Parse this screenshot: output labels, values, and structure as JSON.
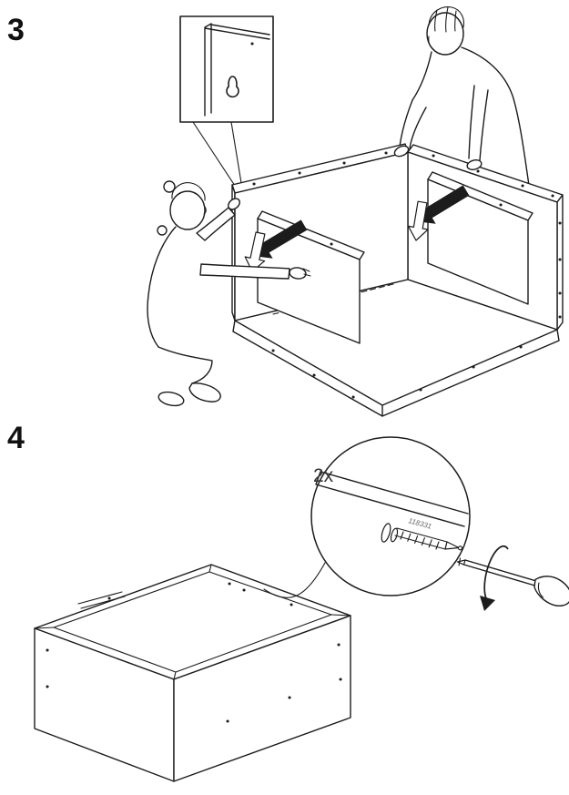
{
  "steps": [
    {
      "label": "3"
    },
    {
      "label": "4"
    }
  ],
  "callout": {
    "quantity": "2x",
    "part_number": "118331"
  },
  "colors": {
    "line": "#1c1c1c",
    "background": "#ffffff",
    "muted": "#666666"
  }
}
